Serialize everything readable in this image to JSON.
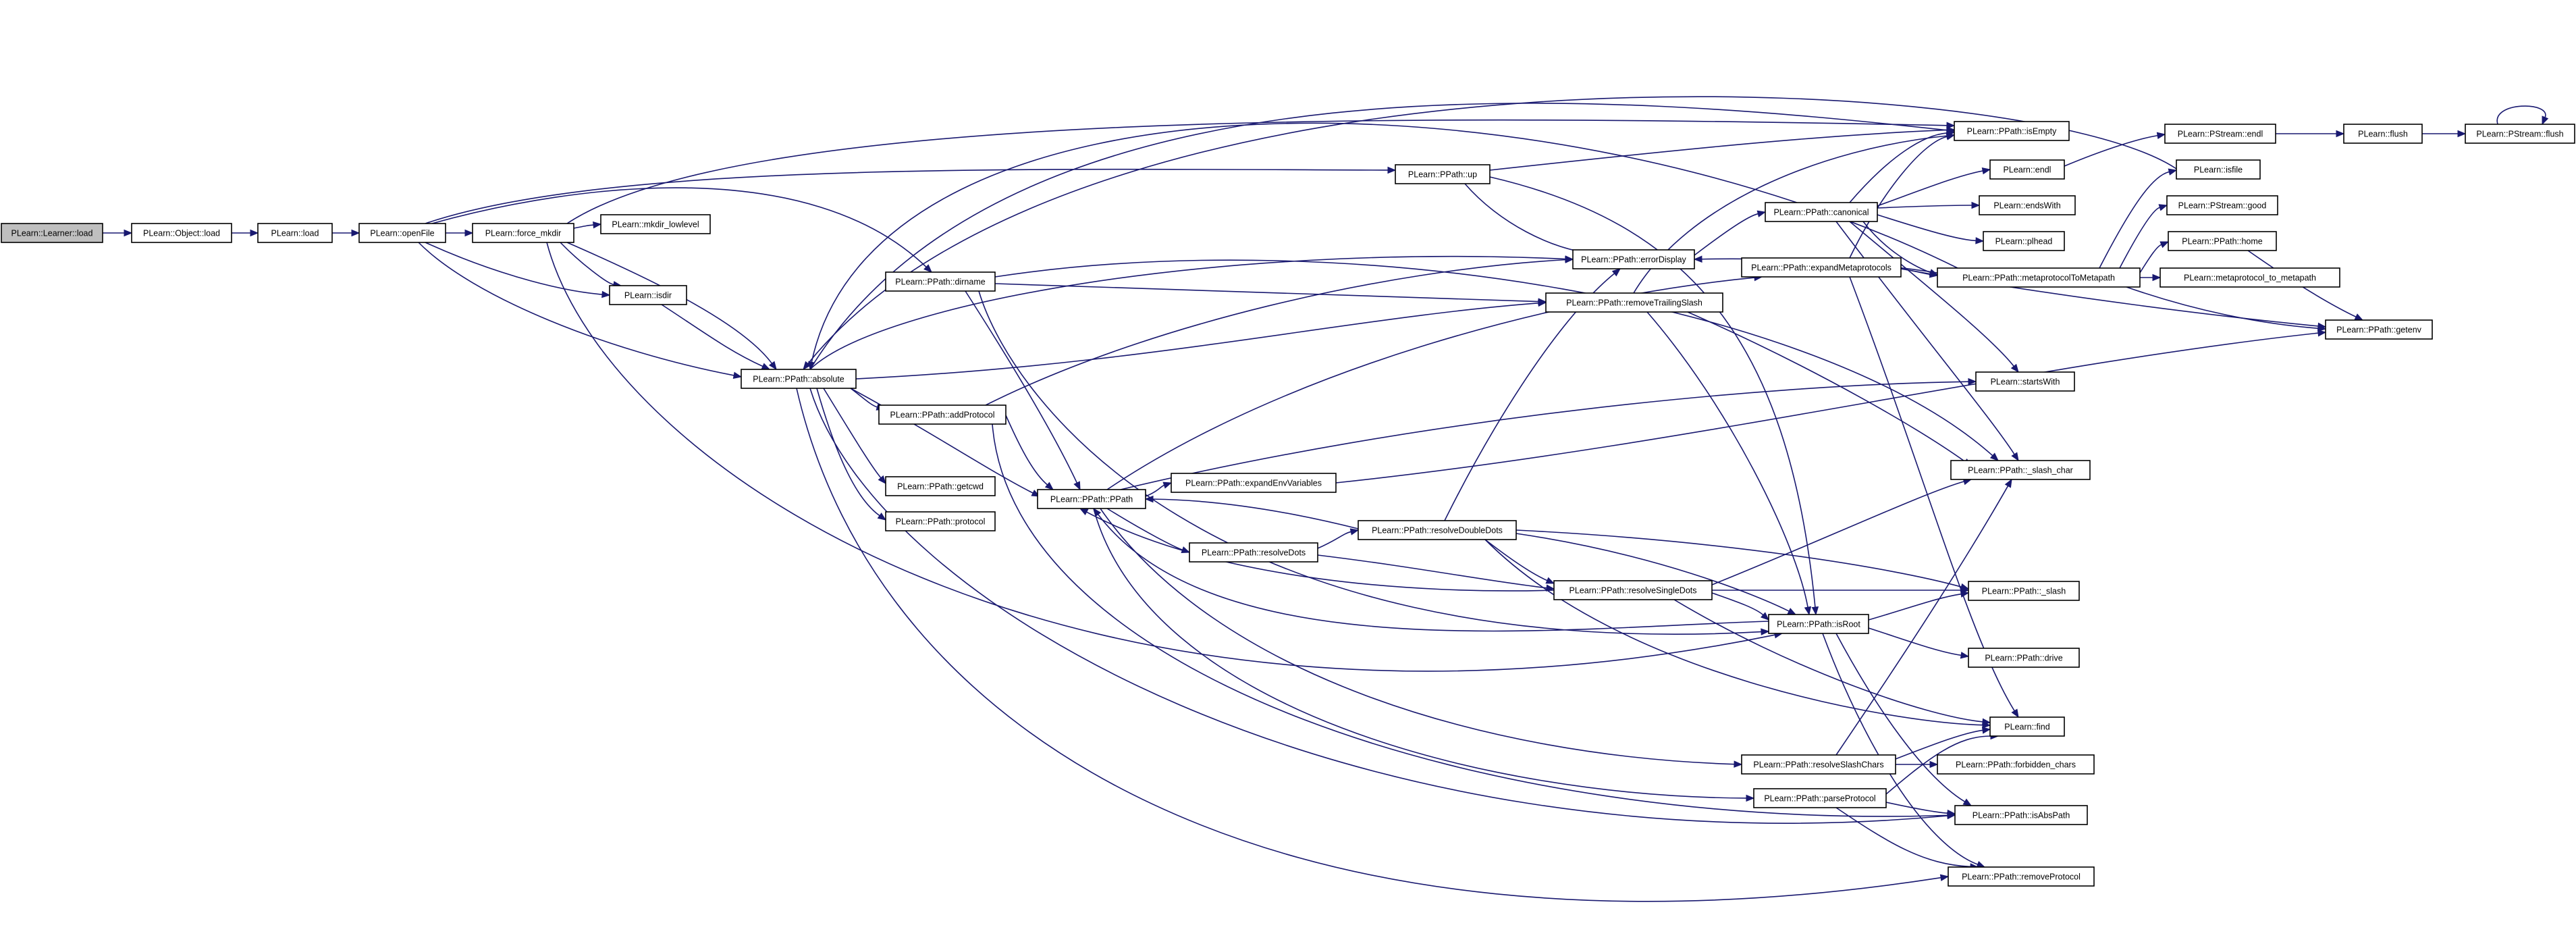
{
  "diagram": {
    "type": "call-graph",
    "root": "learner_load",
    "colors": {
      "edge": "#191970",
      "node_border": "#000000",
      "node_fill": "#ffffff",
      "root_fill": "#bfbfbf"
    },
    "nodes": [
      {
        "id": "learner_load",
        "label": "PLearn::Learner::load"
      },
      {
        "id": "object_load",
        "label": "PLearn::Object::load"
      },
      {
        "id": "load",
        "label": "PLearn::load"
      },
      {
        "id": "openfile",
        "label": "PLearn::openFile"
      },
      {
        "id": "force_mkdir",
        "label": "PLearn::force_mkdir"
      },
      {
        "id": "mkdir_lowlevel",
        "label": "PLearn::mkdir_lowlevel"
      },
      {
        "id": "isdir",
        "label": "PLearn::isdir"
      },
      {
        "id": "absolute",
        "label": "PLearn::PPath::absolute"
      },
      {
        "id": "dirname",
        "label": "PLearn::PPath::dirname"
      },
      {
        "id": "addprotocol",
        "label": "PLearn::PPath::addProtocol"
      },
      {
        "id": "getcwd",
        "label": "PLearn::PPath::getcwd"
      },
      {
        "id": "protocol",
        "label": "PLearn::PPath::protocol"
      },
      {
        "id": "ppath",
        "label": "PLearn::PPath::PPath"
      },
      {
        "id": "expandenv",
        "label": "PLearn::PPath::expandEnvVariables"
      },
      {
        "id": "resolvedots",
        "label": "PLearn::PPath::resolveDots"
      },
      {
        "id": "resolvedoubledots",
        "label": "PLearn::PPath::resolveDoubleDots"
      },
      {
        "id": "resolvesingledots",
        "label": "PLearn::PPath::resolveSingleDots"
      },
      {
        "id": "up",
        "label": "PLearn::PPath::up"
      },
      {
        "id": "errordisplay",
        "label": "PLearn::PPath::errorDisplay"
      },
      {
        "id": "removetrailingslash",
        "label": "PLearn::PPath::removeTrailingSlash"
      },
      {
        "id": "canonical",
        "label": "PLearn::PPath::canonical"
      },
      {
        "id": "expandmetaprotocols",
        "label": "PLearn::PPath::expandMetaprotocols"
      },
      {
        "id": "resolveslashchars",
        "label": "PLearn::PPath::resolveSlashChars"
      },
      {
        "id": "parseprotocol",
        "label": "PLearn::PPath::parseProtocol"
      },
      {
        "id": "isroot",
        "label": "PLearn::PPath::isRoot"
      },
      {
        "id": "isempty",
        "label": "PLearn::PPath::isEmpty"
      },
      {
        "id": "endl",
        "label": "PLearn::endl"
      },
      {
        "id": "endswith",
        "label": "PLearn::endsWith"
      },
      {
        "id": "pathead",
        "label": "PLearn::plhead"
      },
      {
        "id": "metaprotocoltometapath",
        "label": "PLearn::PPath::metaprotocolToMetapath"
      },
      {
        "id": "startswith",
        "label": "PLearn::startsWith"
      },
      {
        "id": "slash_char",
        "label": "PLearn::PPath::_slash_char"
      },
      {
        "id": "slash",
        "label": "PLearn::PPath::_slash"
      },
      {
        "id": "drive",
        "label": "PLearn::PPath::drive"
      },
      {
        "id": "find",
        "label": "PLearn::find"
      },
      {
        "id": "forbidden_chars",
        "label": "PLearn::PPath::forbidden_chars"
      },
      {
        "id": "isabspath",
        "label": "PLearn::PPath::isAbsPath"
      },
      {
        "id": "removeprotocol",
        "label": "PLearn::PPath::removeProtocol"
      },
      {
        "id": "pstream_endl",
        "label": "PLearn::PStream::endl"
      },
      {
        "id": "flush",
        "label": "PLearn::flush"
      },
      {
        "id": "pstream_flush",
        "label": "PLearn::PStream::flush"
      },
      {
        "id": "isfile",
        "label": "PLearn::isfile"
      },
      {
        "id": "pstream_good",
        "label": "PLearn::PStream::good"
      },
      {
        "id": "home",
        "label": "PLearn::PPath::home"
      },
      {
        "id": "metaprotocol_to_metapath",
        "label": "PLearn::metaprotocol_to_metapath"
      },
      {
        "id": "getenv",
        "label": "PLearn::PPath::getenv"
      }
    ],
    "edges": [
      [
        "learner_load",
        "object_load"
      ],
      [
        "object_load",
        "load"
      ],
      [
        "load",
        "openfile"
      ],
      [
        "openfile",
        "force_mkdir"
      ],
      [
        "openfile",
        "isdir"
      ],
      [
        "openfile",
        "absolute"
      ],
      [
        "openfile",
        "dirname"
      ],
      [
        "openfile",
        "up"
      ],
      [
        "force_mkdir",
        "mkdir_lowlevel"
      ],
      [
        "force_mkdir",
        "isdir"
      ],
      [
        "force_mkdir",
        "absolute"
      ],
      [
        "force_mkdir",
        "isempty"
      ],
      [
        "force_mkdir",
        "isroot"
      ],
      [
        "isdir",
        "absolute"
      ],
      [
        "absolute",
        "addprotocol"
      ],
      [
        "absolute",
        "getcwd"
      ],
      [
        "absolute",
        "protocol"
      ],
      [
        "absolute",
        "ppath"
      ],
      [
        "absolute",
        "removetrailingslash"
      ],
      [
        "absolute",
        "isabspath"
      ],
      [
        "absolute",
        "removeprotocol"
      ],
      [
        "absolute",
        "errordisplay"
      ],
      [
        "absolute",
        "isempty"
      ],
      [
        "dirname",
        "ppath"
      ],
      [
        "dirname",
        "removetrailingslash"
      ],
      [
        "dirname",
        "slash_char"
      ],
      [
        "dirname",
        "isroot"
      ],
      [
        "addprotocol",
        "ppath"
      ],
      [
        "addprotocol",
        "errordisplay"
      ],
      [
        "addprotocol",
        "isabspath"
      ],
      [
        "ppath",
        "expandenv"
      ],
      [
        "ppath",
        "resolvedots"
      ],
      [
        "ppath",
        "resolveslashchars"
      ],
      [
        "ppath",
        "parseprotocol"
      ],
      [
        "ppath",
        "expandmetaprotocols"
      ],
      [
        "ppath",
        "startswith"
      ],
      [
        "expandenv",
        "getenv"
      ],
      [
        "resolvedots",
        "resolvedoubledots"
      ],
      [
        "resolvedots",
        "resolvesingledots"
      ],
      [
        "resolvedoubledots",
        "ppath"
      ],
      [
        "resolvedoubledots",
        "resolvesingledots"
      ],
      [
        "resolvedoubledots",
        "errordisplay"
      ],
      [
        "resolvedoubledots",
        "isroot"
      ],
      [
        "resolvedoubledots",
        "slash"
      ],
      [
        "resolvedoubledots",
        "find"
      ],
      [
        "resolvesingledots",
        "ppath"
      ],
      [
        "resolvesingledots",
        "isroot"
      ],
      [
        "resolvesingledots",
        "slash"
      ],
      [
        "resolvesingledots",
        "slash_char"
      ],
      [
        "resolvesingledots",
        "find"
      ],
      [
        "up",
        "isempty"
      ],
      [
        "up",
        "errordisplay"
      ],
      [
        "up",
        "isroot"
      ],
      [
        "errordisplay",
        "canonical"
      ],
      [
        "removetrailingslash",
        "isempty"
      ],
      [
        "removetrailingslash",
        "isroot"
      ],
      [
        "removetrailingslash",
        "slash_char"
      ],
      [
        "canonical",
        "isempty"
      ],
      [
        "canonical",
        "endl"
      ],
      [
        "canonical",
        "endswith"
      ],
      [
        "canonical",
        "pathead"
      ],
      [
        "canonical",
        "metaprotocoltometapath"
      ],
      [
        "canonical",
        "startswith"
      ],
      [
        "canonical",
        "slash_char"
      ],
      [
        "expandmetaprotocols",
        "isempty"
      ],
      [
        "expandmetaprotocols",
        "metaprotocoltometapath"
      ],
      [
        "expandmetaprotocols",
        "getenv"
      ],
      [
        "expandmetaprotocols",
        "find"
      ],
      [
        "resolveslashchars",
        "slash_char"
      ],
      [
        "resolveslashchars",
        "forbidden_chars"
      ],
      [
        "resolveslashchars",
        "find"
      ],
      [
        "parseprotocol",
        "find"
      ],
      [
        "parseprotocol",
        "isabspath"
      ],
      [
        "parseprotocol",
        "removeprotocol"
      ],
      [
        "isroot",
        "ppath"
      ],
      [
        "isroot",
        "drive"
      ],
      [
        "isroot",
        "slash"
      ],
      [
        "isroot",
        "isabspath"
      ],
      [
        "isroot",
        "removeprotocol"
      ],
      [
        "endl",
        "pstream_endl"
      ],
      [
        "pstream_endl",
        "flush"
      ],
      [
        "flush",
        "pstream_flush"
      ],
      [
        "pstream_flush",
        "pstream_flush"
      ],
      [
        "metaprotocoltometapath",
        "isfile"
      ],
      [
        "metaprotocoltometapath",
        "pstream_good"
      ],
      [
        "metaprotocoltometapath",
        "home"
      ],
      [
        "metaprotocoltometapath",
        "metaprotocol_to_metapath"
      ],
      [
        "metaprotocoltometapath",
        "getenv"
      ],
      [
        "metaprotocoltometapath",
        "errordisplay"
      ],
      [
        "metaprotocoltometapath",
        "absolute"
      ],
      [
        "home",
        "getenv"
      ],
      [
        "isfile",
        "absolute"
      ]
    ]
  }
}
